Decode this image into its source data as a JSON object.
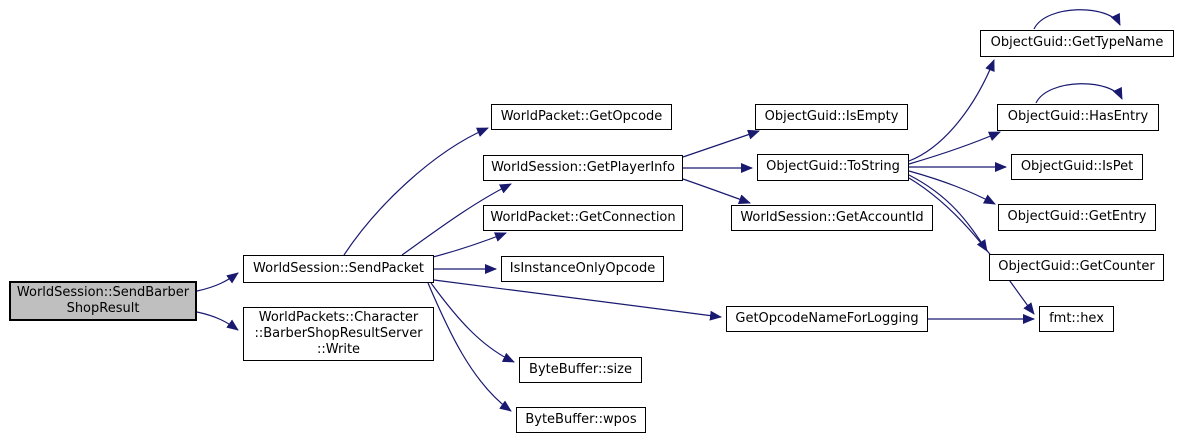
{
  "diagram": {
    "type": "call-graph",
    "colors": {
      "edge": "#191970",
      "node_border": "#000000",
      "node_bg": "#ffffff",
      "node_text": "#000000",
      "highlight_bg": "#bfbfbf",
      "background": "#ffffff"
    },
    "nodes": [
      {
        "id": "send-barber-shop-result",
        "label": "WorldSession::SendBarber\nShopResult",
        "highlighted": true
      },
      {
        "id": "send-packet",
        "label": "WorldSession::SendPacket",
        "highlighted": false
      },
      {
        "id": "barber-shop-result-server-write",
        "label": "WorldPackets::Character\n::BarberShopResultServer\n::Write",
        "highlighted": false
      },
      {
        "id": "get-opcode",
        "label": "WorldPacket::GetOpcode",
        "highlighted": false
      },
      {
        "id": "get-player-info",
        "label": "WorldSession::GetPlayerInfo",
        "highlighted": false
      },
      {
        "id": "get-connection",
        "label": "WorldPacket::GetConnection",
        "highlighted": false
      },
      {
        "id": "is-instance-only-opcode",
        "label": "IsInstanceOnlyOpcode",
        "highlighted": false
      },
      {
        "id": "is-empty",
        "label": "ObjectGuid::IsEmpty",
        "highlighted": false
      },
      {
        "id": "to-string",
        "label": "ObjectGuid::ToString",
        "highlighted": false
      },
      {
        "id": "get-account-id",
        "label": "WorldSession::GetAccountId",
        "highlighted": false
      },
      {
        "id": "get-type-name",
        "label": "ObjectGuid::GetTypeName",
        "highlighted": false
      },
      {
        "id": "has-entry",
        "label": "ObjectGuid::HasEntry",
        "highlighted": false
      },
      {
        "id": "is-pet",
        "label": "ObjectGuid::IsPet",
        "highlighted": false
      },
      {
        "id": "get-entry",
        "label": "ObjectGuid::GetEntry",
        "highlighted": false
      },
      {
        "id": "get-counter",
        "label": "ObjectGuid::GetCounter",
        "highlighted": false
      },
      {
        "id": "fmt-hex",
        "label": "fmt::hex",
        "highlighted": false
      },
      {
        "id": "get-opcode-name-for-logging",
        "label": "GetOpcodeNameForLogging",
        "highlighted": false
      },
      {
        "id": "bytebuffer-size",
        "label": "ByteBuffer::size",
        "highlighted": false
      },
      {
        "id": "bytebuffer-wpos",
        "label": "ByteBuffer::wpos",
        "highlighted": false
      }
    ],
    "edges": [
      {
        "from": "WorldSession::SendBarberShopResult",
        "to": "WorldSession::SendPacket"
      },
      {
        "from": "WorldSession::SendBarberShopResult",
        "to": "WorldPackets::Character::BarberShopResultServer::Write"
      },
      {
        "from": "WorldSession::SendPacket",
        "to": "WorldPacket::GetOpcode"
      },
      {
        "from": "WorldSession::SendPacket",
        "to": "WorldSession::GetPlayerInfo"
      },
      {
        "from": "WorldSession::SendPacket",
        "to": "WorldPacket::GetConnection"
      },
      {
        "from": "WorldSession::SendPacket",
        "to": "IsInstanceOnlyOpcode"
      },
      {
        "from": "WorldSession::SendPacket",
        "to": "GetOpcodeNameForLogging"
      },
      {
        "from": "WorldSession::SendPacket",
        "to": "ByteBuffer::size"
      },
      {
        "from": "WorldSession::SendPacket",
        "to": "ByteBuffer::wpos"
      },
      {
        "from": "WorldSession::GetPlayerInfo",
        "to": "ObjectGuid::IsEmpty"
      },
      {
        "from": "WorldSession::GetPlayerInfo",
        "to": "ObjectGuid::ToString"
      },
      {
        "from": "WorldSession::GetPlayerInfo",
        "to": "WorldSession::GetAccountId"
      },
      {
        "from": "ObjectGuid::ToString",
        "to": "ObjectGuid::GetTypeName"
      },
      {
        "from": "ObjectGuid::ToString",
        "to": "ObjectGuid::HasEntry"
      },
      {
        "from": "ObjectGuid::ToString",
        "to": "ObjectGuid::IsPet"
      },
      {
        "from": "ObjectGuid::ToString",
        "to": "ObjectGuid::GetEntry"
      },
      {
        "from": "ObjectGuid::ToString",
        "to": "ObjectGuid::GetCounter"
      },
      {
        "from": "ObjectGuid::ToString",
        "to": "fmt::hex"
      },
      {
        "from": "GetOpcodeNameForLogging",
        "to": "fmt::hex"
      },
      {
        "from": "ObjectGuid::GetTypeName",
        "to": "ObjectGuid::GetTypeName"
      },
      {
        "from": "ObjectGuid::HasEntry",
        "to": "ObjectGuid::HasEntry"
      }
    ]
  }
}
